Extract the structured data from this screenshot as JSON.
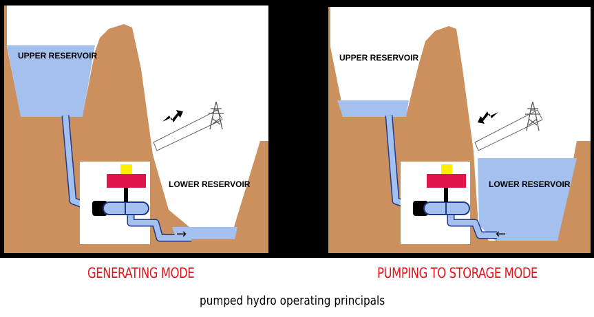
{
  "colors": {
    "frame": "#000000",
    "rock": "#cc8f5e",
    "water": "#a3c0ee",
    "mode_caption": "#e8141b",
    "generator": "#e0154a",
    "exciter": "#ffee00"
  },
  "panels": [
    {
      "mode_caption": "GENERATING MODE",
      "upper_label": "UPPER RESERVOIR",
      "lower_label": "LOWER RESERVOIR",
      "flow_arrow": "→",
      "upper_level": "high",
      "lower_level": "low",
      "lightning_direction": "from-plant-to-grid",
      "icons": [
        "transmission-tower-icon",
        "lightning-icon",
        "turbine-icon",
        "generator-icon"
      ]
    },
    {
      "mode_caption": "PUMPING TO STORAGE MODE",
      "upper_label": "UPPER RESERVOIR",
      "lower_label": "LOWER RESERVOIR",
      "flow_arrow": "←",
      "upper_level": "low",
      "lower_level": "high",
      "lightning_direction": "from-grid-to-plant",
      "icons": [
        "transmission-tower-icon",
        "lightning-icon",
        "turbine-icon",
        "generator-icon"
      ]
    }
  ],
  "caption": "pumped hydro operating principals"
}
